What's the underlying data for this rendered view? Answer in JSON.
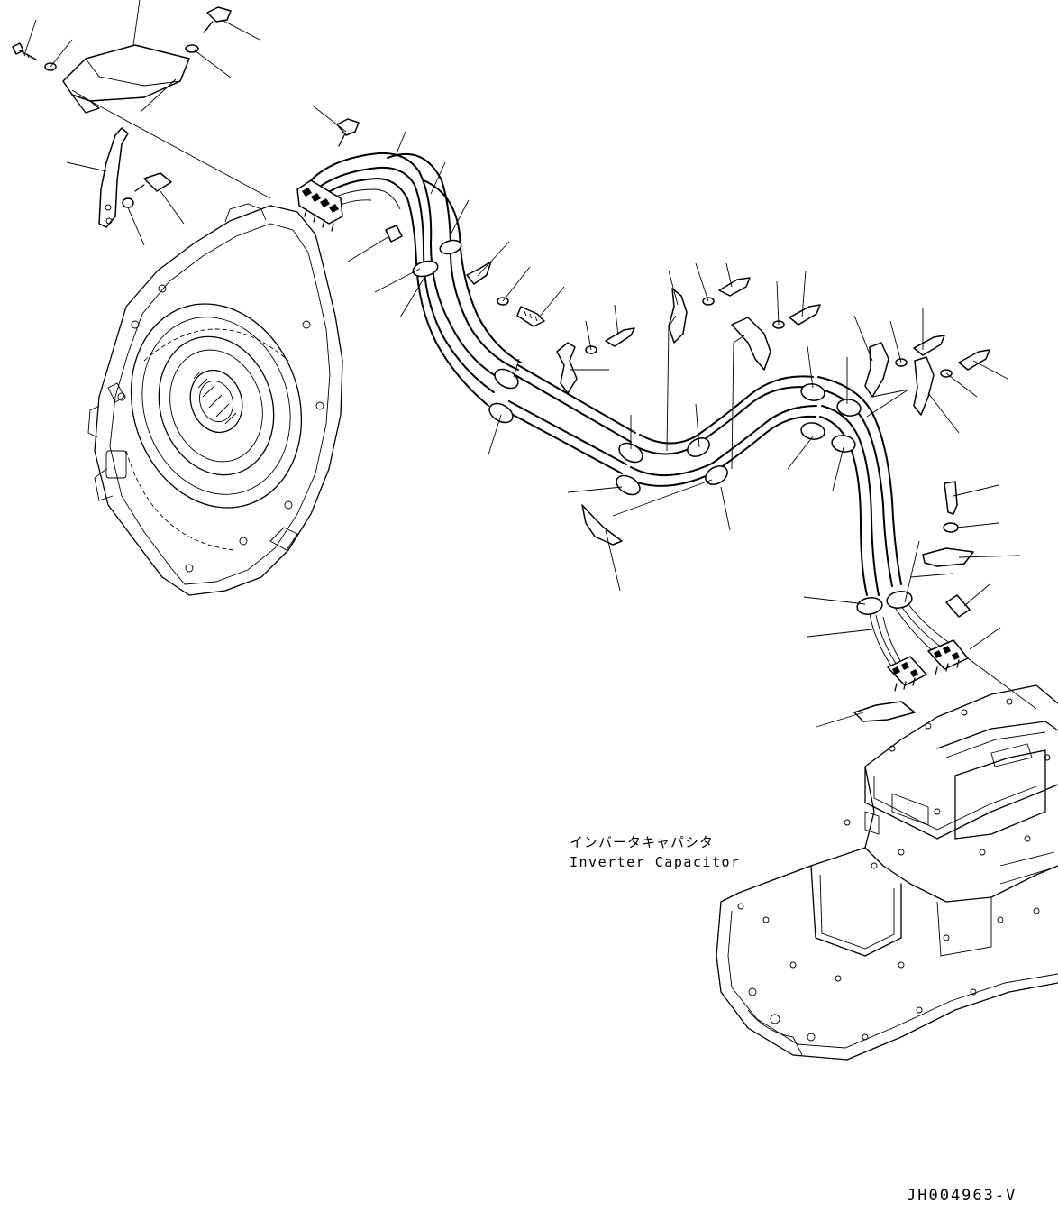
{
  "component_label": {
    "japanese": "インバータキャパシタ",
    "english": "Inverter Capacitor"
  },
  "drawing_id": "JH004963-V"
}
